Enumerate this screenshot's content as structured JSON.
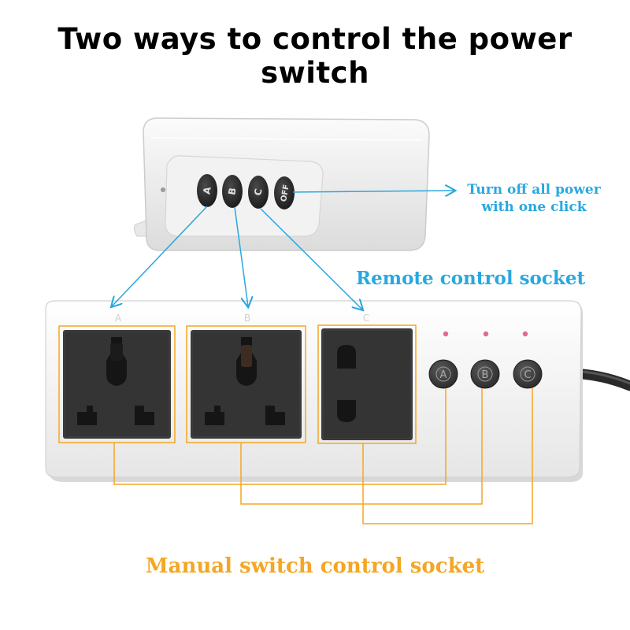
{
  "title": "Two ways to control the power switch",
  "annotations": {
    "off_line1": "Turn off all power",
    "off_line2": "with one click",
    "remote": "Remote control socket",
    "manual": "Manual switch control socket"
  },
  "remote_buttons": [
    "A",
    "B",
    "C",
    "OFF"
  ],
  "strip_buttons": [
    "A",
    "B",
    "C"
  ],
  "socket_marks": [
    "A",
    "B",
    "C"
  ],
  "colors": {
    "cyan": "#29a8df",
    "orange": "#f5a623",
    "socket": "#3a3a3a"
  }
}
